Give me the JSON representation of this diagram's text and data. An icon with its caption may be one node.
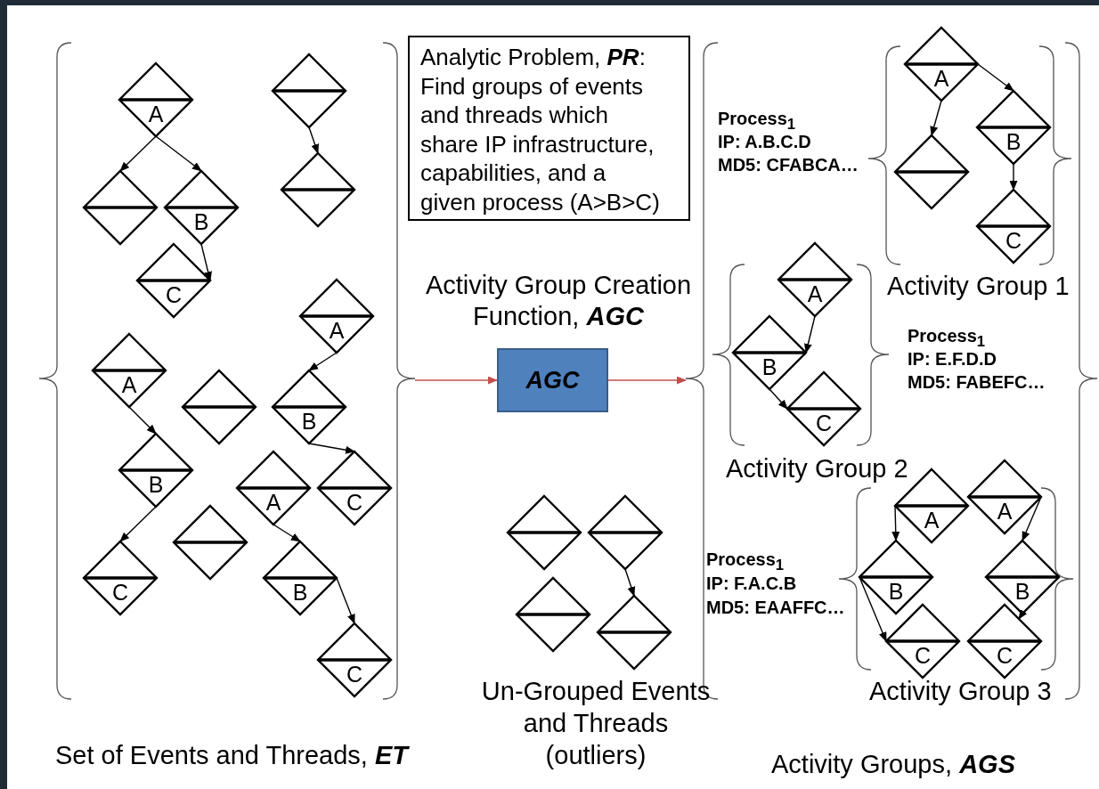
{
  "diagram": {
    "nodes": [
      {
        "text": [
          "Analytic Problem, **PR**: Find groups of events and threads which share IP infrastructure, capabilities, and a given process (A>B>C)"
        ]
      },
      {
        "text": [
          "AGC"
        ]
      },
      {
        "text": [
          "A"
        ]
      },
      {
        "text": [],
        "shape": "diamond"
      },
      {
        "text": [
          "B"
        ]
      },
      {
        "text": [
          "C"
        ]
      },
      {
        "text": [],
        "shape": "diamond"
      },
      {
        "text": [],
        "shape": "diamond"
      },
      {
        "text": [
          "A"
        ]
      },
      {
        "text": [
          "A"
        ]
      },
      {
        "text": [],
        "shape": "diamond"
      },
      {
        "text": [
          "B"
        ]
      },
      {
        "text": [
          "B"
        ]
      },
      {
        "text": [
          "A"
        ]
      },
      {
        "text": [
          "C"
        ]
      },
      {
        "text": [],
        "shape": "diamond"
      },
      {
        "text": [
          "C"
        ]
      },
      {
        "text": [
          "B"
        ]
      },
      {
        "text": [
          "C"
        ]
      },
      {
        "text": [],
        "shape": "diamond"
      },
      {
        "text": [],
        "shape": "diamond"
      },
      {
        "text": [],
        "shape": "diamond"
      },
      {
        "text": [],
        "shape": "diamond"
      },
      {
        "text": [
          "A"
        ]
      },
      {
        "text": [
          "B"
        ]
      },
      {
        "text": [],
        "shape": "diamond"
      },
      {
        "text": [
          "C"
        ]
      },
      {
        "text": [
          "A"
        ]
      },
      {
        "text": [
          "B"
        ]
      },
      {
        "text": [
          "C"
        ]
      },
      {
        "text": [
          "A"
        ]
      },
      {
        "text": [
          "A"
        ]
      },
      {
        "text": [
          "B"
        ]
      },
      {
        "text": [
          "B"
        ]
      },
      {
        "text": [
          "C"
        ]
      },
      {
        "text": [
          "C"
        ]
      },
      {
        "text": [],
        "shape": "brace"
      },
      {
        "text": [],
        "shape": "brace"
      }
    ],
    "edges": [
      {
        "from": 36,
        "to": 1,
        "arrow": "to",
        "color": "#c0504d"
      },
      {
        "from": 1,
        "to": 37,
        "arrow": "to",
        "color": "#c0504d"
      },
      {
        "from": 2,
        "to": 3,
        "arrow": "to"
      },
      {
        "from": 2,
        "to": 4,
        "arrow": "to"
      },
      {
        "from": 4,
        "to": 5,
        "arrow": "to"
      },
      {
        "from": 6,
        "to": 7,
        "arrow": "to"
      },
      {
        "from": 8,
        "to": 11,
        "arrow": "to"
      },
      {
        "from": 9,
        "to": 12,
        "arrow": "to"
      },
      {
        "from": 12,
        "to": 16,
        "arrow": "to"
      },
      {
        "from": 11,
        "to": 14,
        "arrow": "to"
      },
      {
        "from": 13,
        "to": 17,
        "arrow": "to"
      },
      {
        "from": 17,
        "to": 18,
        "arrow": "to"
      },
      {
        "from": 20,
        "to": 22,
        "arrow": "to"
      },
      {
        "from": 23,
        "to": 25,
        "arrow": "to"
      },
      {
        "from": 23,
        "to": 24,
        "arrow": "to"
      },
      {
        "from": 24,
        "to": 26,
        "arrow": "to"
      },
      {
        "from": 27,
        "to": 28,
        "arrow": "to"
      },
      {
        "from": 28,
        "to": 29,
        "arrow": "to"
      },
      {
        "from": 30,
        "to": 32,
        "arrow": "to"
      },
      {
        "from": 31,
        "to": 33,
        "arrow": "to"
      },
      {
        "from": 32,
        "to": 34,
        "arrow": "to"
      },
      {
        "from": 33,
        "to": 35,
        "arrow": "to"
      }
    ],
    "labels": [
      "Process$_{1}$",
      "IP: A.B.C.D",
      "MD5: CFABCA…",
      "Activity Group Creation Function, **AGC**",
      "Activity Group 1",
      "Process$_{1}$",
      "IP: E.F.D.D",
      "MD5: FABEFC…",
      "Activity Group 2",
      "Process$_{1}$",
      "IP: F.A.C.B",
      "MD5: EAAFFC…",
      "Activity Group 3",
      "Un-Grouped Events and Threads (outliers)",
      "Set of Events and Threads, **ET**",
      "Activity Groups, **AGS**"
    ]
  }
}
